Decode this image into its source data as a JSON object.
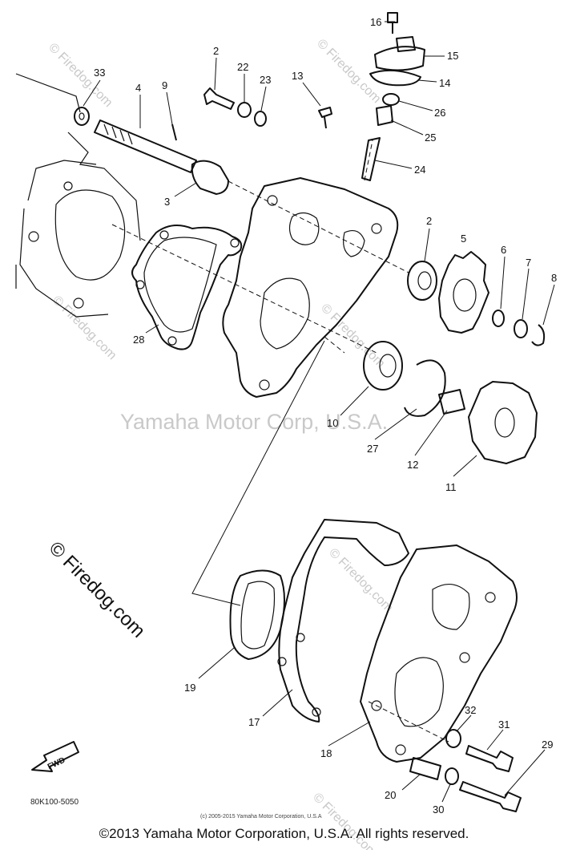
{
  "diagram": {
    "callouts": [
      {
        "id": "c16",
        "label": "16"
      },
      {
        "id": "c15",
        "label": "15"
      },
      {
        "id": "c14",
        "label": "14"
      },
      {
        "id": "c26",
        "label": "26"
      },
      {
        "id": "c25",
        "label": "25"
      },
      {
        "id": "c24",
        "label": "24"
      },
      {
        "id": "c2a",
        "label": "2"
      },
      {
        "id": "c22",
        "label": "22"
      },
      {
        "id": "c23",
        "label": "23"
      },
      {
        "id": "c13",
        "label": "13"
      },
      {
        "id": "c33",
        "label": "33"
      },
      {
        "id": "c4",
        "label": "4"
      },
      {
        "id": "c9",
        "label": "9"
      },
      {
        "id": "c3",
        "label": "3"
      },
      {
        "id": "c2b",
        "label": "2"
      },
      {
        "id": "c5",
        "label": "5"
      },
      {
        "id": "c6",
        "label": "6"
      },
      {
        "id": "c7",
        "label": "7"
      },
      {
        "id": "c8",
        "label": "8"
      },
      {
        "id": "c28",
        "label": "28"
      },
      {
        "id": "c10",
        "label": "10"
      },
      {
        "id": "c27",
        "label": "27"
      },
      {
        "id": "c12",
        "label": "12"
      },
      {
        "id": "c11",
        "label": "11"
      },
      {
        "id": "c19",
        "label": "19"
      },
      {
        "id": "c17",
        "label": "17"
      },
      {
        "id": "c18",
        "label": "18"
      },
      {
        "id": "c32",
        "label": "32"
      },
      {
        "id": "c31",
        "label": "31"
      },
      {
        "id": "c29",
        "label": "29"
      },
      {
        "id": "c20",
        "label": "20"
      },
      {
        "id": "c30",
        "label": "30"
      }
    ],
    "watermark_center": "Yamaha Motor Corp, U.S.A.",
    "watermark_side": "© Firedog.com",
    "watermark_small": "© Firedog.com",
    "fwd_label": "FWD",
    "drawing_code": "80K100-5050",
    "small_notice": "(c) 2005-2015 Yamaha Motor Corporation, U.S.A",
    "copyright": "©2013 Yamaha Motor Corporation, U.S.A. All rights reserved."
  }
}
